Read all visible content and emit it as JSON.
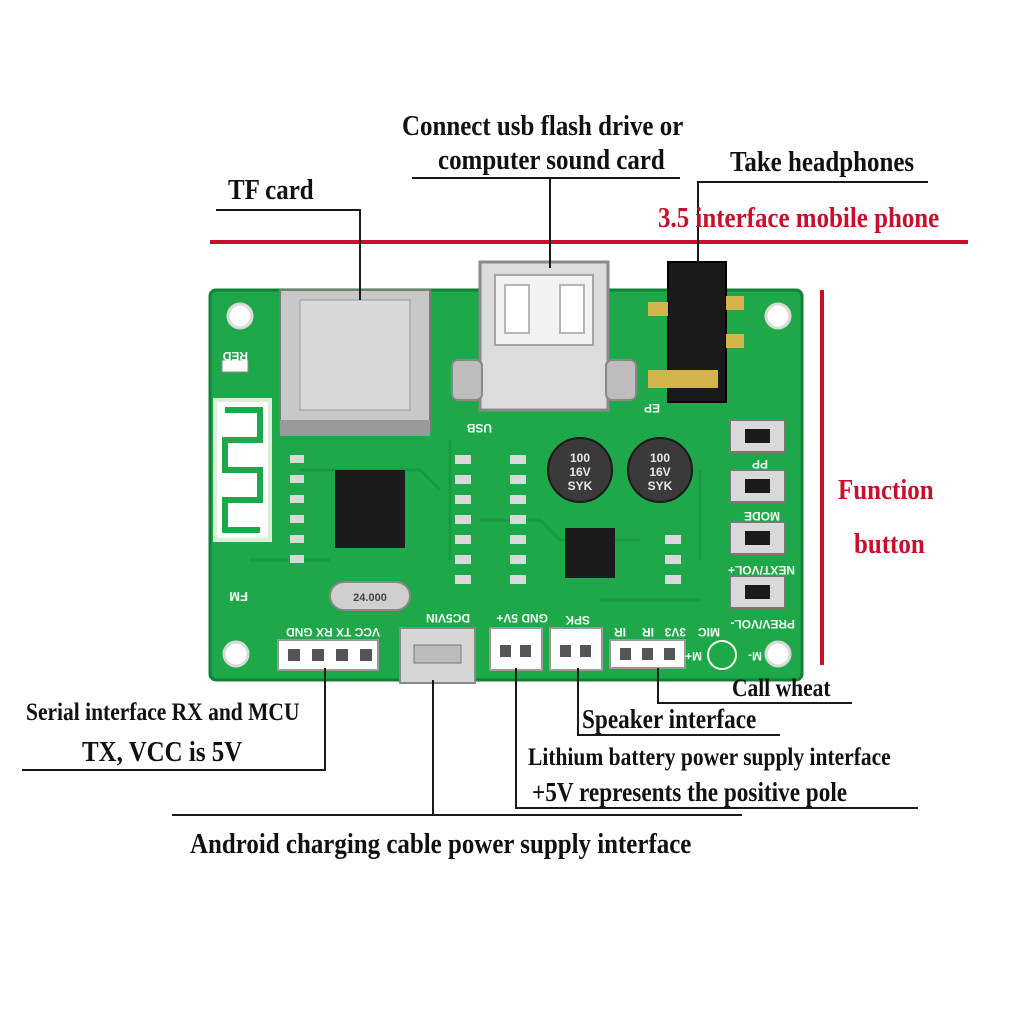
{
  "callouts": {
    "tf_card": "TF card",
    "usb_line1": "Connect usb flash drive or",
    "usb_line2": "computer sound card",
    "headphones": "Take headphones",
    "phone": "3.5 interface mobile phone",
    "function_line1": "Function",
    "function_line2": "button",
    "serial_line1": "Serial interface RX and MCU",
    "serial_line2": "TX, VCC is 5V",
    "call_wheat": "Call wheat",
    "speaker": "Speaker interface",
    "battery_line1": "Lithium battery power supply interface",
    "battery_line2": "+5V represents the positive pole",
    "android": "Android charging cable power supply interface"
  },
  "board": {
    "silkscreen": {
      "red": "RED",
      "usb": "USB",
      "ep": "EP",
      "pp": "PP",
      "mode": "MODE",
      "next": "NEXT/VOL+",
      "prev": "PREV/VOL-",
      "fm": "FM",
      "serial_header": "VCC TX RX GND",
      "power_header": "DC5VIN",
      "battery_header": "GND 5V+",
      "spk": "SPK",
      "ir": "IR",
      "ir2": "IR",
      "v33": "3V3",
      "mic": "MIC",
      "m_minus": "M-",
      "m_plus": "M+",
      "crystal": "24.000",
      "cap1_line1": "100",
      "cap1_line2": "16V",
      "cap1_line3": "SYK",
      "cap2_line1": "100",
      "cap2_line2": "16V",
      "cap2_line3": "SYK"
    }
  },
  "colors": {
    "pcb": "#1fa84a",
    "pcb_dark": "#148a3a",
    "accent_red": "#c8102e",
    "label": "#111111"
  }
}
